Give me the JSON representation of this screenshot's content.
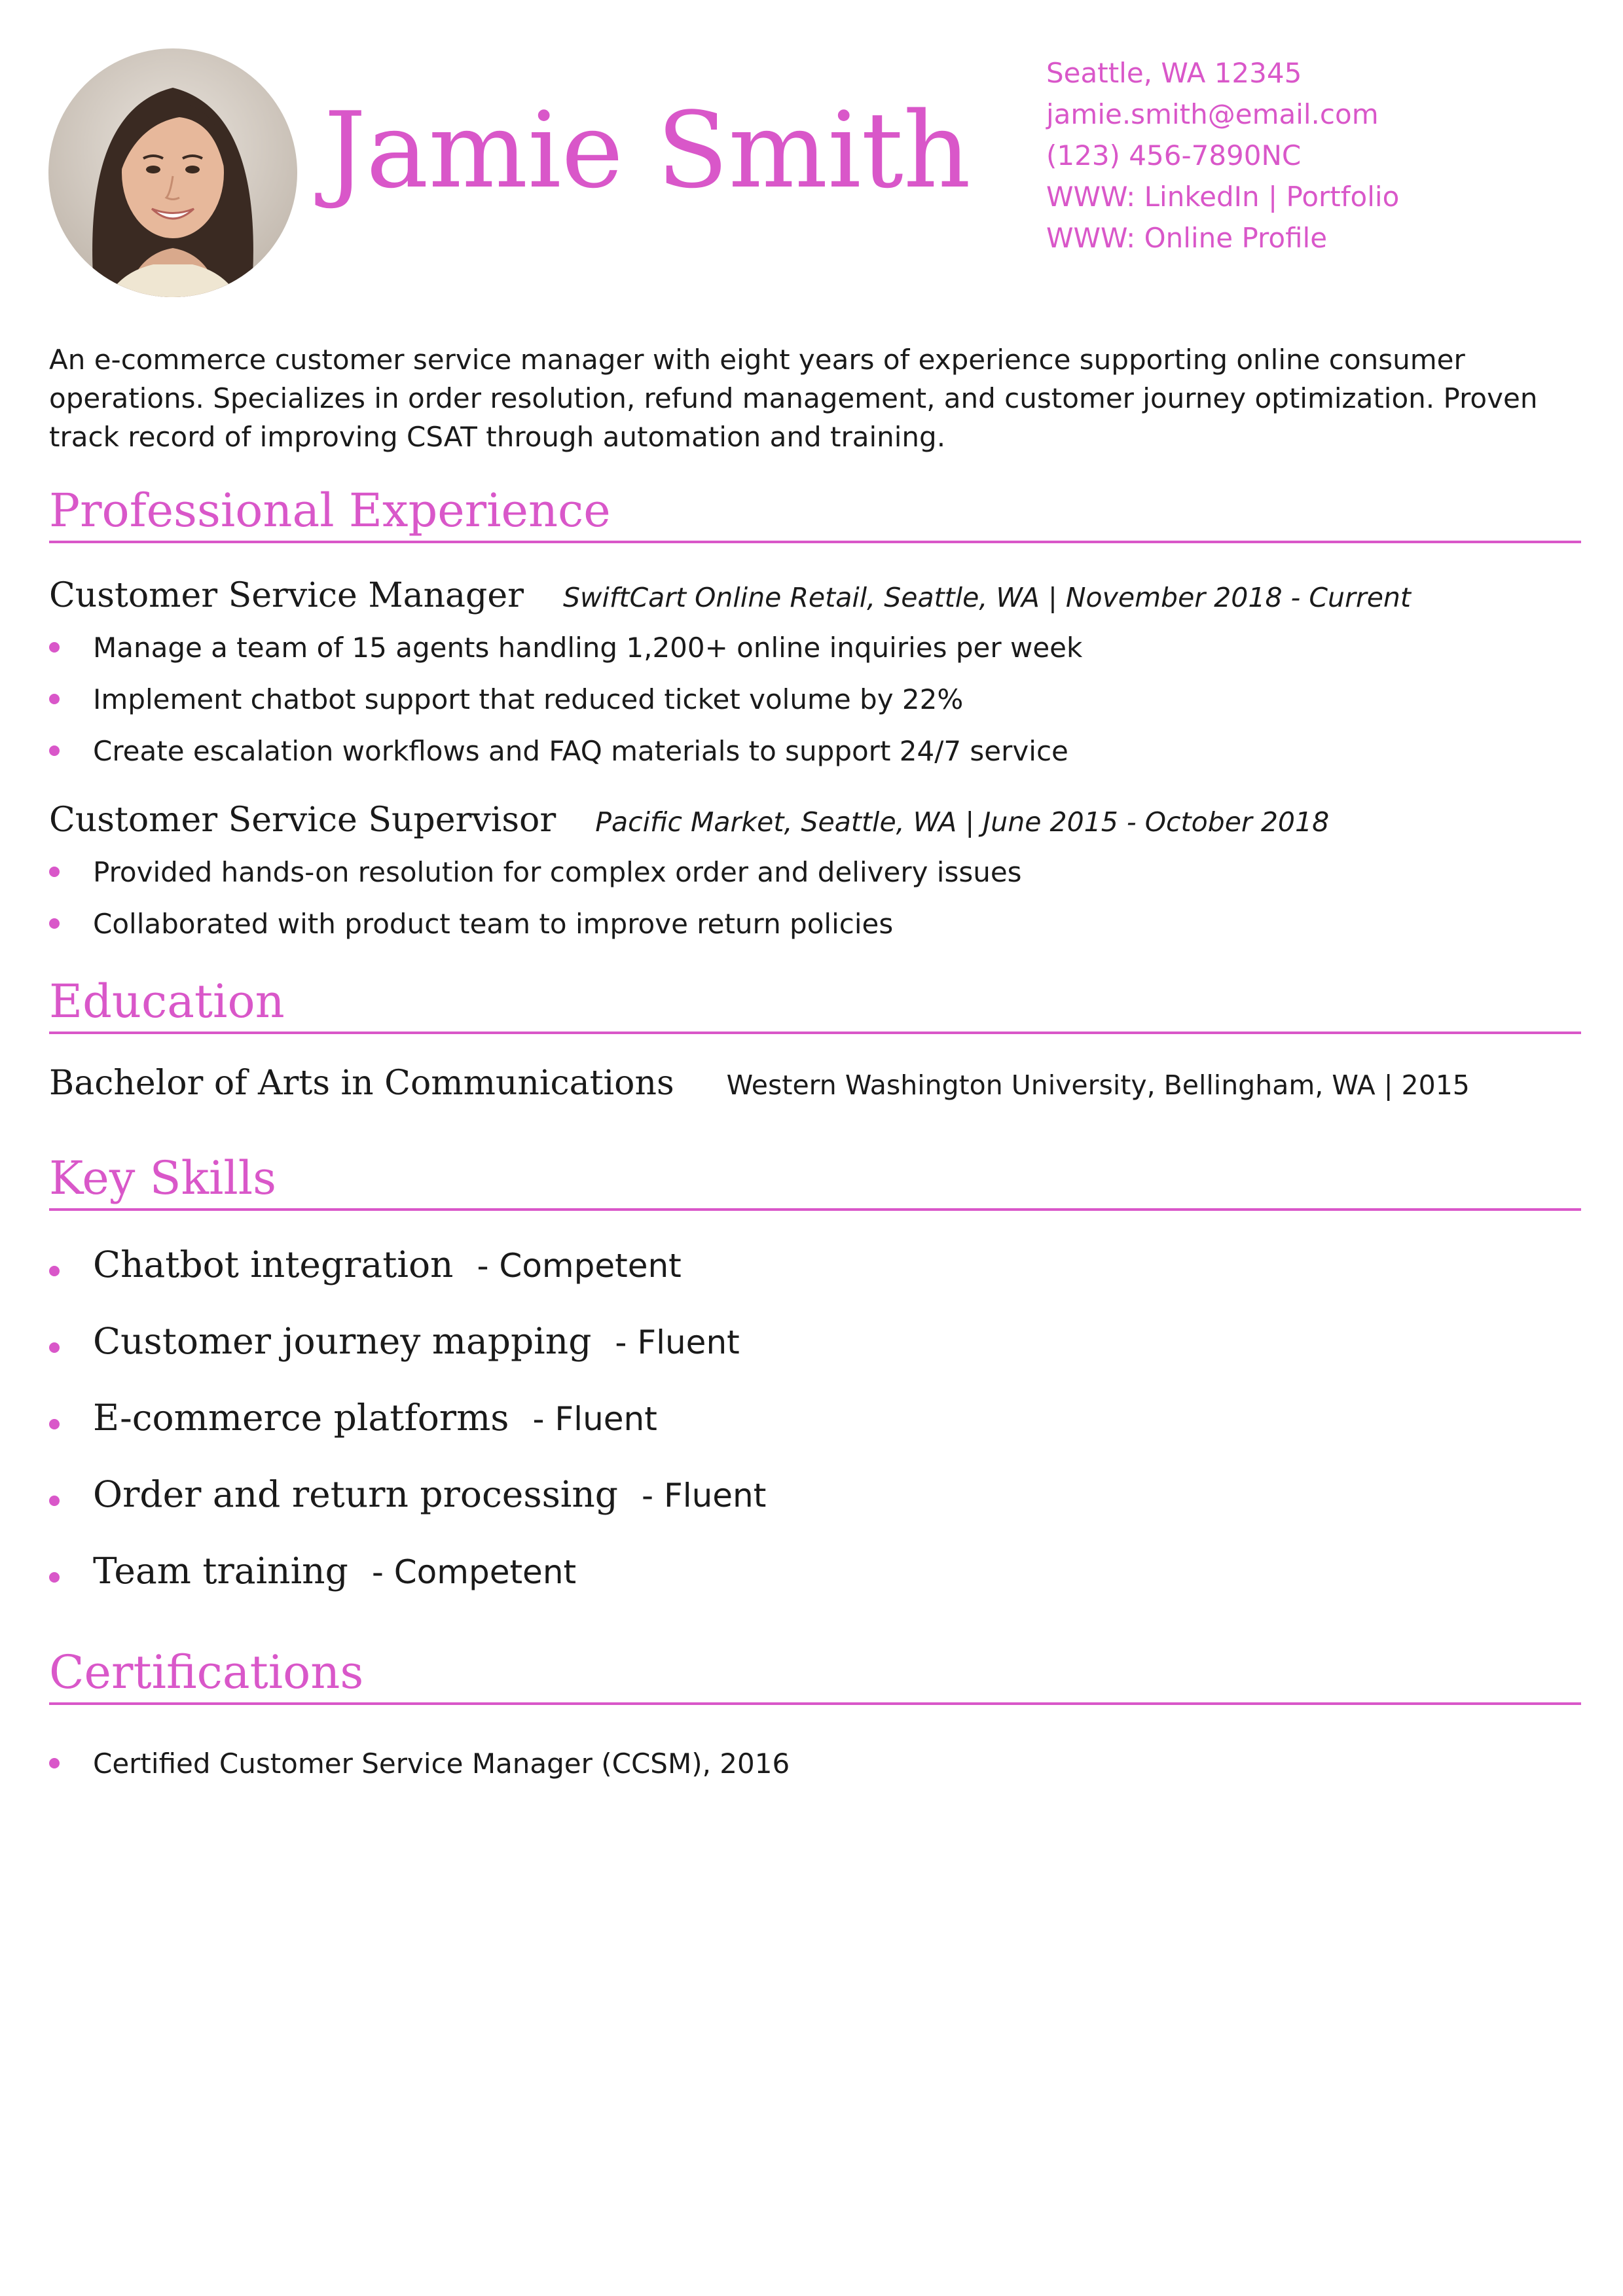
{
  "header": {
    "name": "Jamie Smith",
    "photo_icon": "profile-photo",
    "contact": {
      "location": "Seattle, WA 12345",
      "email": "jamie.smith@email.com",
      "phone": "(123) 456-7890NC",
      "web1": "WWW: LinkedIn | Portfolio",
      "web2": "WWW: Online Profile"
    }
  },
  "summary": "An e-commerce customer service manager with eight years of experience supporting online consumer operations. Specializes in order resolution, refund management, and customer journey optimization. Proven track record of improving CSAT through automation and training.",
  "experience": {
    "title": "Professional Experience",
    "jobs": [
      {
        "title": "Customer Service Manager",
        "company": "SwiftCart Online Retail",
        "location": ", Seattle, WA ",
        "sep": "|",
        "dates": " November 2018 - Current",
        "bullets": [
          "Manage a team of 15 agents handling 1,200+ online inquiries per week",
          "Implement chatbot support that reduced ticket volume by 22%",
          "Create escalation workflows and FAQ materials to support 24/7 service"
        ]
      },
      {
        "title": "Customer Service Supervisor",
        "company": "Pacific Market",
        "location": ", Seattle, WA ",
        "sep": "|",
        "dates": " June 2015 - October 2018",
        "bullets": [
          "Provided hands-on resolution for complex order and delivery issues",
          "Collaborated with product team to improve return policies"
        ]
      }
    ]
  },
  "education": {
    "title": "Education",
    "degree": "Bachelor of Arts in Communications",
    "details": "Western Washington University, Bellingham, WA | 2015"
  },
  "skills": {
    "title": "Key Skills",
    "items": [
      {
        "name": "Chatbot integration",
        "level": "- Competent"
      },
      {
        "name": "Customer journey mapping",
        "level": "- Fluent"
      },
      {
        "name": "E-commerce platforms",
        "level": "- Fluent"
      },
      {
        "name": "Order and return processing",
        "level": "- Fluent"
      },
      {
        "name": "Team training",
        "level": "- Competent"
      }
    ]
  },
  "certifications": {
    "title": "Certifications",
    "items": [
      "Certified Customer Service Manager (CCSM), 2016"
    ]
  },
  "colors": {
    "accent": "#d957c9",
    "text": "#1a1a1a"
  }
}
